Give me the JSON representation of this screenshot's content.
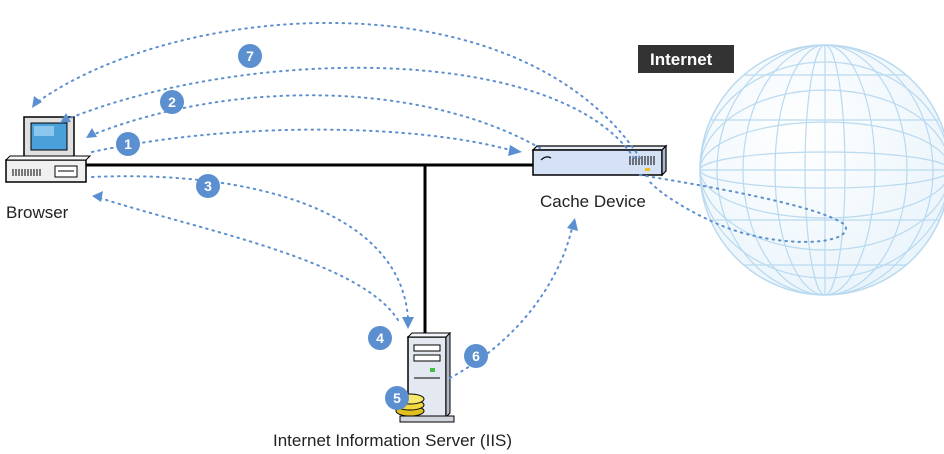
{
  "nodes": {
    "browser": {
      "label": "Browser"
    },
    "cache_device": {
      "label": "Cache Device"
    },
    "iis": {
      "label": "Internet Information Server (IIS)"
    },
    "internet": {
      "label": "Internet"
    }
  },
  "steps": [
    "1",
    "2",
    "3",
    "4",
    "5",
    "6",
    "7"
  ],
  "colors": {
    "flow_line": "#5b8fcf",
    "step_badge": "#5b8fcf",
    "globe_line": "#b9d9ef",
    "internet_tag": "#333333",
    "network_line": "#000000"
  }
}
